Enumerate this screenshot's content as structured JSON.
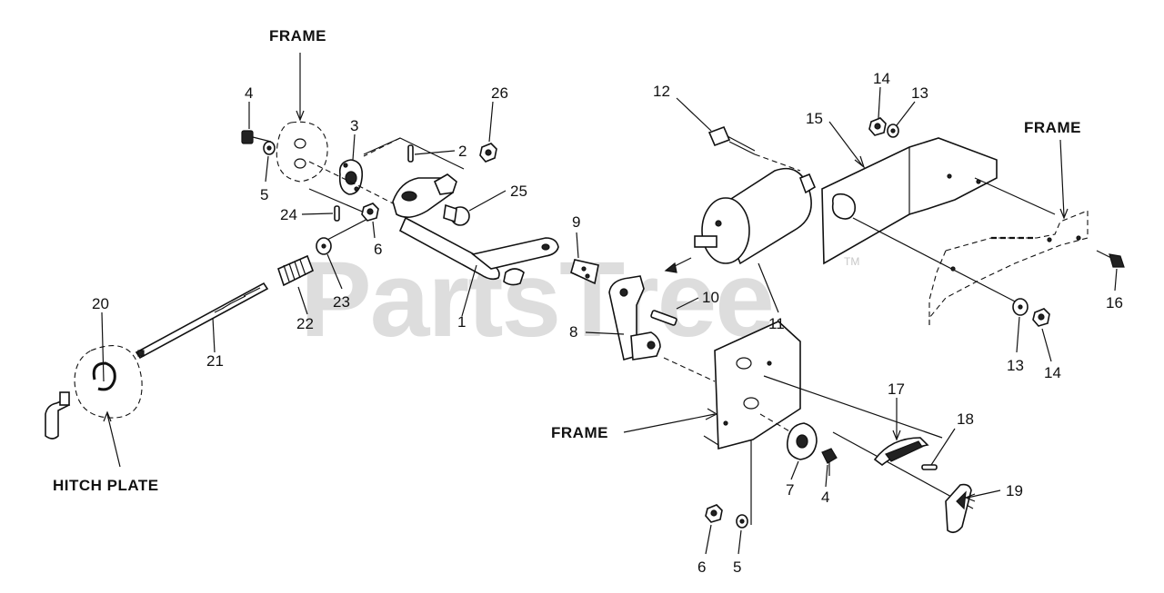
{
  "watermark": {
    "text": "PartsTree",
    "trademark": "TM"
  },
  "labels": {
    "frame_top": "FRAME",
    "frame_right": "FRAME",
    "frame_bottom": "FRAME",
    "hitch_plate": "HITCH PLATE"
  },
  "callouts": {
    "c1": "1",
    "c2": "2",
    "c3": "3",
    "c4a": "4",
    "c4b": "4",
    "c5a": "5",
    "c5b": "5",
    "c6a": "6",
    "c6b": "6",
    "c7": "7",
    "c8": "8",
    "c9": "9",
    "c10": "10",
    "c11": "11",
    "c12": "12",
    "c13a": "13",
    "c13b": "13",
    "c14a": "14",
    "c14b": "14",
    "c15": "15",
    "c16": "16",
    "c17": "17",
    "c18": "18",
    "c19": "19",
    "c20": "20",
    "c21": "21",
    "c22": "22",
    "c23": "23",
    "c24": "24",
    "c25": "25",
    "c26": "26"
  }
}
